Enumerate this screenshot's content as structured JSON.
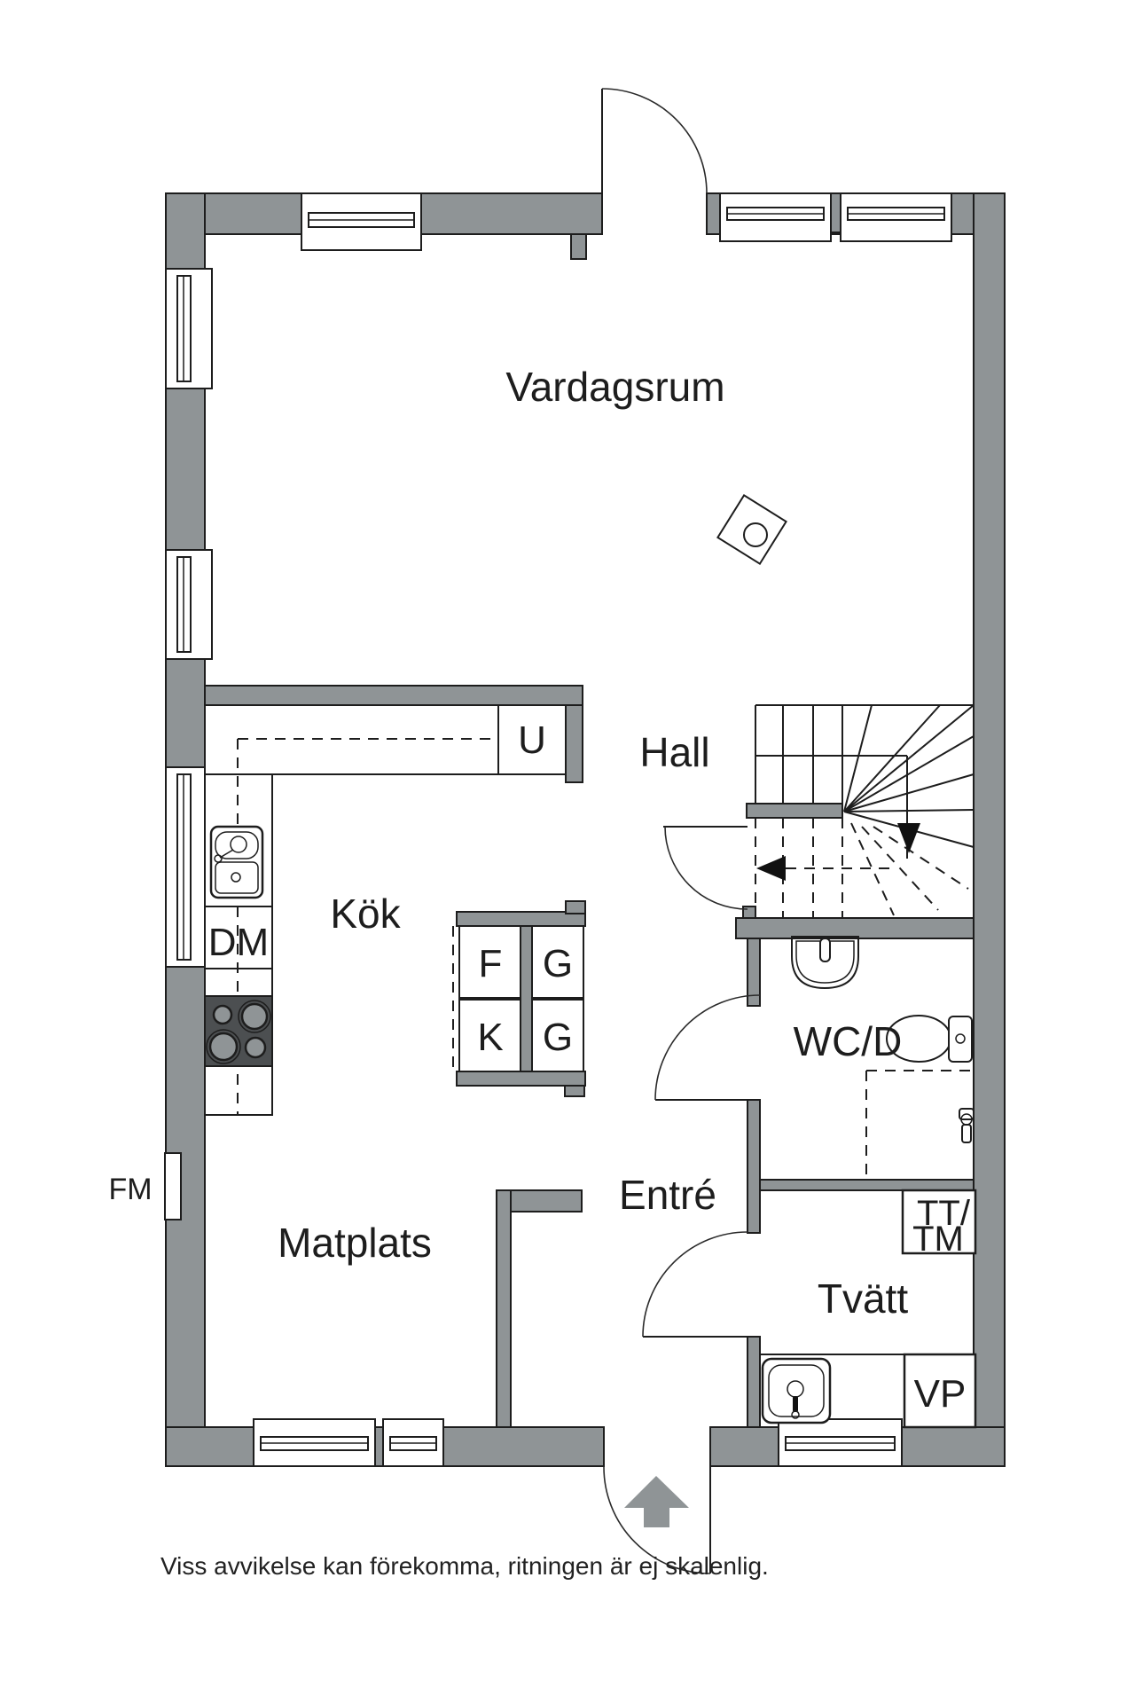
{
  "rooms": {
    "living": "Vardagsrum",
    "hall": "Hall",
    "kitchen": "Kök",
    "dining": "Matplats",
    "entry": "Entré",
    "wc": "WC/D",
    "laundry": "Tvätt"
  },
  "appliances": {
    "u": "U",
    "dm": "DM",
    "f": "F",
    "k": "K",
    "g1": "G",
    "g2": "G",
    "fm": "FM",
    "tt": "TT/",
    "tm": "TM",
    "vp": "VP"
  },
  "footer": {
    "disclaimer": "Viss avvikelse kan förekomma, ritningen är ej skalenlig."
  },
  "colors": {
    "wall": "#8f9496",
    "line": "#1d1d1d",
    "stove": "#4c4f51",
    "burner": "#8f9496"
  }
}
